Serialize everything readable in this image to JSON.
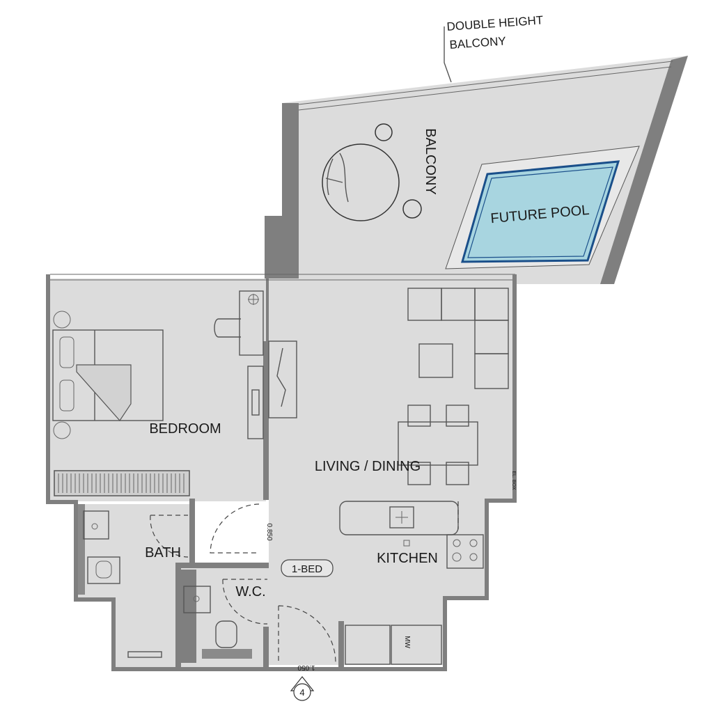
{
  "annotation": {
    "line1": "DOUBLE HEIGHT",
    "line2": "BALCONY"
  },
  "rooms": {
    "balcony": "BALCONY",
    "pool": "FUTURE POOL",
    "bedroom": "BEDROOM",
    "living": "LIVING / DINING",
    "bath": "BATH",
    "wc": "W.C.",
    "kitchen": "KITCHEN"
  },
  "unit_tag": "1-BED",
  "dimensions": {
    "wc_door": "0.850",
    "entry_door": "1.050"
  },
  "fixtures": {
    "microwave": "MW",
    "elec_box": "EL. BOX"
  },
  "north_marker": "4",
  "colors": {
    "wall": "#7f7f7f",
    "floor": "#dcdcdc",
    "pool": "#a8d5e0",
    "pool_edge": "#1a4f8a"
  }
}
